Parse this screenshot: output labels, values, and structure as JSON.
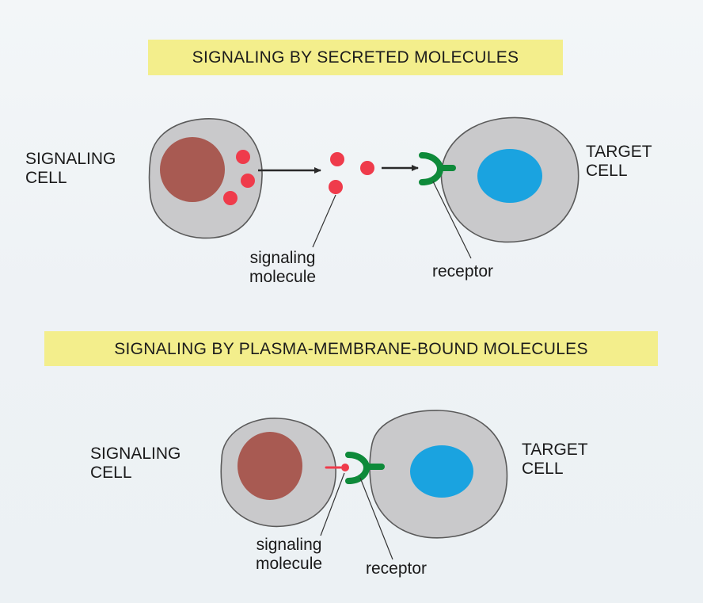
{
  "top_panel": {
    "banner": "SIGNALING BY SECRETED MOLECULES",
    "signaling_cell_label": [
      "SIGNALING",
      "CELL"
    ],
    "target_cell_label": [
      "TARGET",
      "CELL"
    ],
    "signaling_molecule_label": [
      "signaling",
      "molecule"
    ],
    "receptor_label": "receptor"
  },
  "bottom_panel": {
    "banner": "SIGNALING BY PLASMA-MEMBRANE-BOUND MOLECULES",
    "signaling_cell_label": [
      "SIGNALING",
      "CELL"
    ],
    "target_cell_label": [
      "TARGET",
      "CELL"
    ],
    "signaling_molecule_label": [
      "signaling",
      "molecule"
    ],
    "receptor_label": "receptor"
  },
  "colors": {
    "banner": "#f3ee8c",
    "cell_body": "#c9c9cb",
    "cell_outline": "#5a5a5a",
    "signaling_nucleus": "#a85a52",
    "target_nucleus": "#1aa3e0",
    "molecule": "#ef3b4b",
    "receptor": "#0e8a3a",
    "arrow": "#2a2a2a"
  }
}
